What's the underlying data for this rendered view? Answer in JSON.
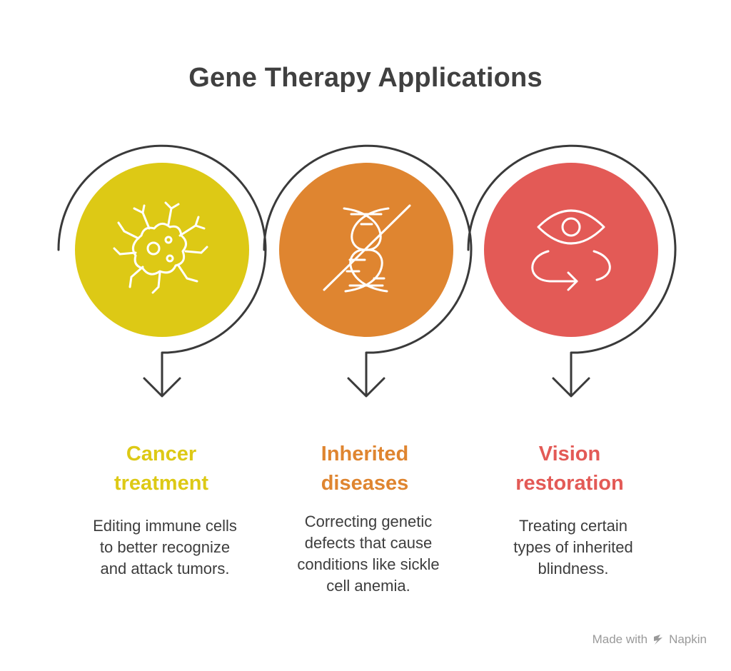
{
  "title": "Gene Therapy Applications",
  "colors": {
    "title": "#404040",
    "outline": "#3a3a3a",
    "icon": "#ffffff",
    "text": "#3d3d3d",
    "footer": "#9a9a9a"
  },
  "items": [
    {
      "heading": "Cancer treatment",
      "heading_line1": "Cancer",
      "heading_line2": "treatment",
      "desc_line1": "Editing immune cells",
      "desc_line2": "to better recognize",
      "desc_line3": "and attack tumors.",
      "color": "#DDC915",
      "icon": "cancer-cell-icon"
    },
    {
      "heading": "Inherited diseases",
      "heading_line1": "Inherited",
      "heading_line2": "diseases",
      "desc_line1": "Correcting genetic",
      "desc_line2": "defects that cause",
      "desc_line3": "conditions like sickle",
      "desc_line4": "cell anemia.",
      "color": "#DF8530",
      "icon": "crossed-dna-icon"
    },
    {
      "heading": "Vision restoration",
      "heading_line1": "Vision",
      "heading_line2": "restoration",
      "desc_line1": "Treating certain",
      "desc_line2": "types of inherited",
      "desc_line3": "blindness.",
      "color": "#E35A56",
      "icon": "eye-restore-icon"
    }
  ],
  "footer": {
    "made_with": "Made with",
    "brand": "Napkin",
    "icon": "napkin-logo-icon"
  }
}
